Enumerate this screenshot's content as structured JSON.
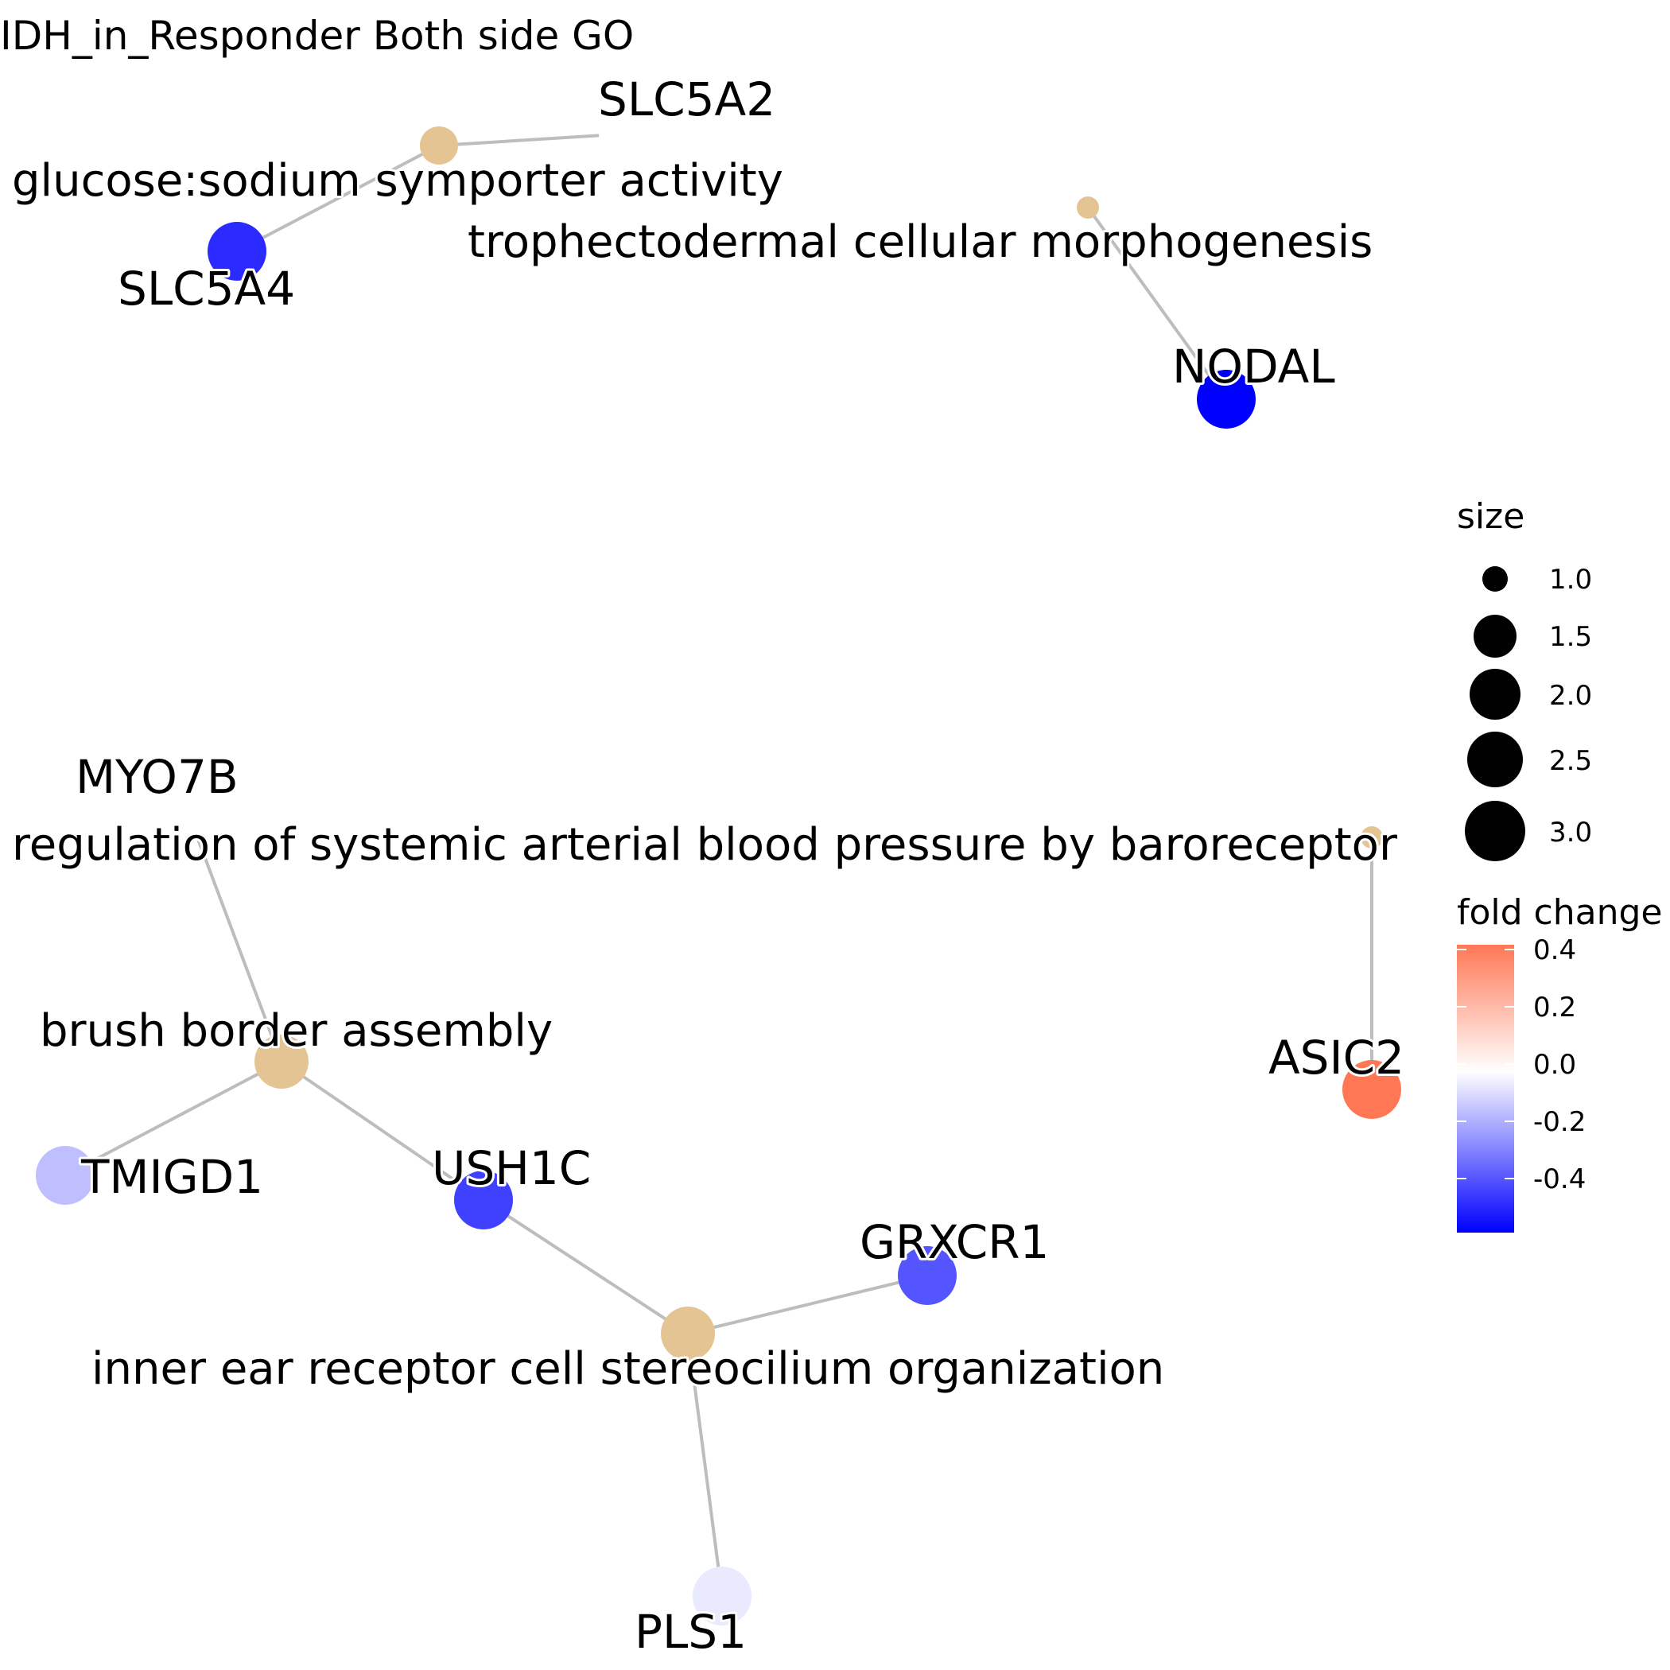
{
  "title": "IDH_in_Responder Both side GO",
  "colors": {
    "category": "#E5C494",
    "edge": "#BDBDBD",
    "fc_high": "#FF7755",
    "fc_mid": "#FFFFFF",
    "fc_low": "#0000FF"
  },
  "network": {
    "categories": [
      {
        "id": "c1",
        "label": "glucose:sodium symporter activity",
        "size": 2
      },
      {
        "id": "c2",
        "label": "trophectodermal cellular morphogenesis",
        "size": 1
      },
      {
        "id": "c3",
        "label": "regulation of systemic arterial blood pressure by baroreceptor",
        "size": 1
      },
      {
        "id": "c4",
        "label": "brush border assembly",
        "size": 3
      },
      {
        "id": "c5",
        "label": "inner ear receptor cell stereocilium organization",
        "size": 3
      }
    ],
    "genes": [
      {
        "id": "g1",
        "label": "SLC5A2",
        "fold_change": 0
      },
      {
        "id": "g2",
        "label": "SLC5A4",
        "fold_change": -0.5
      },
      {
        "id": "g3",
        "label": "NODAL",
        "fold_change": -0.6
      },
      {
        "id": "g4",
        "label": "ASIC2",
        "fold_change": 0.4
      },
      {
        "id": "g5",
        "label": "MYO7B",
        "fold_change": 0
      },
      {
        "id": "g6",
        "label": "TMIGD1",
        "fold_change": -0.15
      },
      {
        "id": "g7",
        "label": "USH1C",
        "fold_change": -0.45
      },
      {
        "id": "g8",
        "label": "GRXCR1",
        "fold_change": -0.4
      },
      {
        "id": "g9",
        "label": "PLS1",
        "fold_change": -0.05
      }
    ],
    "edges": [
      [
        "c1",
        "g1"
      ],
      [
        "c1",
        "g2"
      ],
      [
        "c2",
        "g3"
      ],
      [
        "c3",
        "g4"
      ],
      [
        "c4",
        "g5"
      ],
      [
        "c4",
        "g6"
      ],
      [
        "c4",
        "g7"
      ],
      [
        "c5",
        "g7"
      ],
      [
        "c5",
        "g8"
      ],
      [
        "c5",
        "g9"
      ]
    ]
  },
  "legend": {
    "size_title": "size",
    "size_values": [
      "1.0",
      "1.5",
      "2.0",
      "2.5",
      "3.0"
    ],
    "fold_title": "fold change",
    "fold_ticks": [
      "0.4",
      "0.2",
      "0.0",
      "-0.2",
      "-0.4"
    ]
  }
}
